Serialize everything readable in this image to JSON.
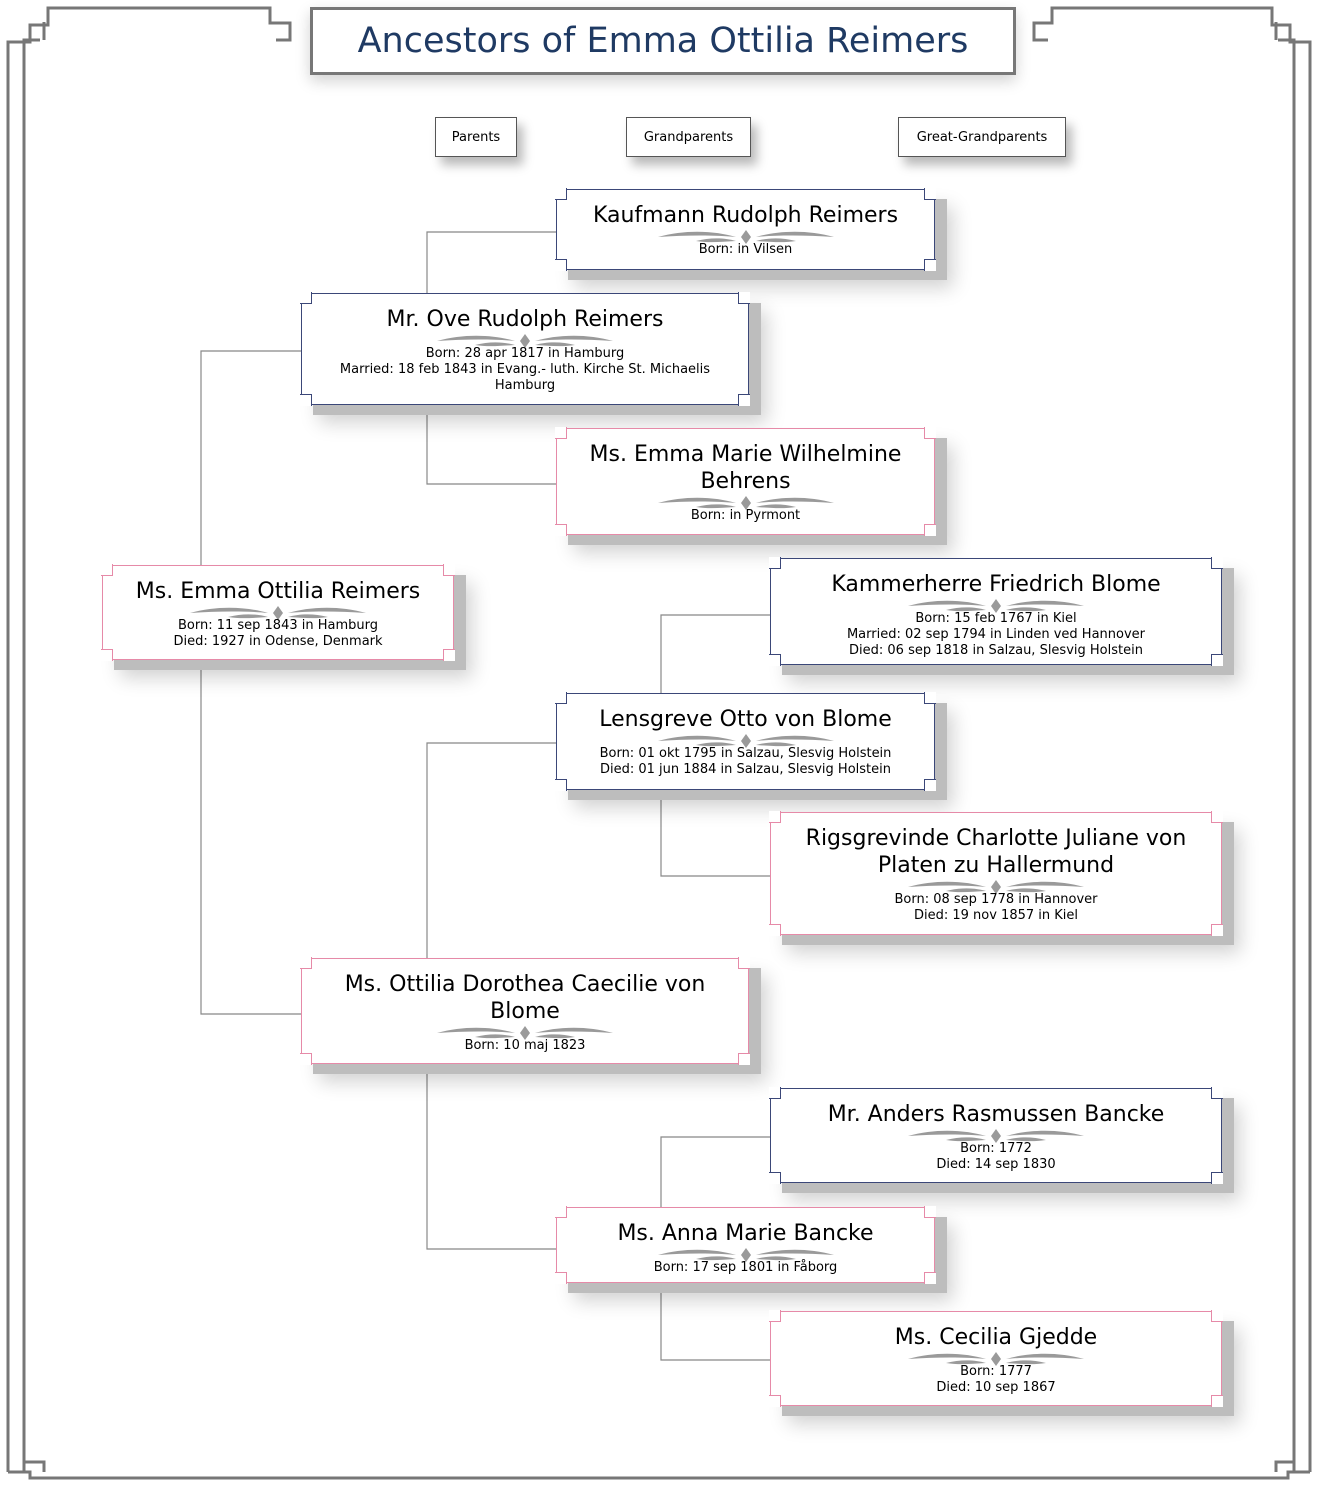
{
  "title": "Ancestors of Emma Ottilia Reimers",
  "generations": [
    "Parents",
    "Grandparents",
    "Great-Grandparents"
  ],
  "persons": {
    "self": {
      "name": "Ms. Emma Ottilia Reimers",
      "facts": [
        "Born: 11 sep 1843 in Hamburg",
        "Died: 1927 in Odense, Denmark"
      ]
    },
    "father": {
      "name": "Mr. Ove Rudolph Reimers",
      "facts": [
        "Born: 28 apr 1817 in Hamburg",
        "Married: 18 feb 1843 in Evang.- luth. Kirche St. Michaelis Hamburg"
      ]
    },
    "mother": {
      "name": "Ms. Ottilia Dorothea Caecilie von Blome",
      "facts": [
        "Born: 10 maj 1823"
      ]
    },
    "pat_gf": {
      "name": "Kaufmann Rudolph Reimers",
      "facts": [
        "Born: in Vilsen"
      ]
    },
    "pat_gm": {
      "name": "Ms. Emma Marie Wilhelmine Behrens",
      "facts": [
        "Born: in Pyrmont"
      ]
    },
    "mat_gf": {
      "name": "Lensgreve Otto von Blome",
      "facts": [
        "Born: 01 okt 1795 in Salzau, Slesvig Holstein",
        "Died: 01 jun 1884 in Salzau, Slesvig Holstein"
      ]
    },
    "mat_gm": {
      "name": "Ms. Anna Marie Bancke",
      "facts": [
        "Born: 17 sep 1801 in Fåborg"
      ]
    },
    "ggf1": {
      "name": "Kammerherre Friedrich Blome",
      "facts": [
        "Born: 15 feb 1767 in Kiel",
        "Married: 02 sep 1794 in Linden ved Hannover",
        "Died: 06 sep 1818 in Salzau, Slesvig Holstein"
      ]
    },
    "ggm1": {
      "name": "Rigsgrevinde Charlotte Juliane von Platen zu Hallermund",
      "facts": [
        "Born: 08 sep 1778 in Hannover",
        "Died: 19 nov 1857 in Kiel"
      ]
    },
    "ggf2": {
      "name": "Mr. Anders Rasmussen Bancke",
      "facts": [
        "Born: 1772",
        "Died: 14 sep 1830"
      ]
    },
    "ggm2": {
      "name": "Ms. Cecilia Gjedde",
      "facts": [
        "Born: 1777",
        "Died: 10 sep 1867"
      ]
    }
  }
}
